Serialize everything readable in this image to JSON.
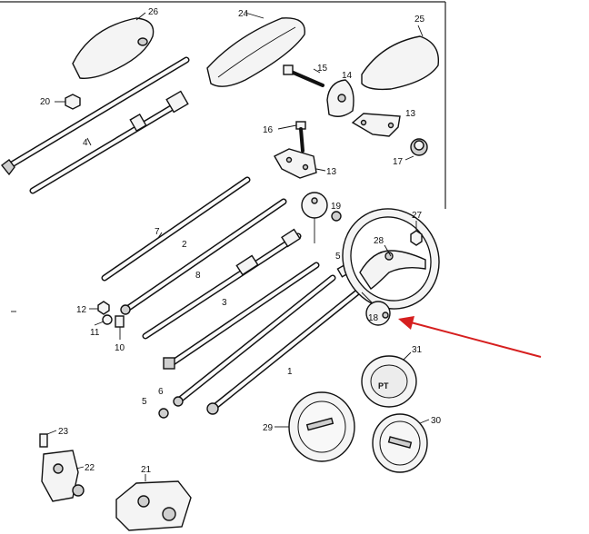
{
  "labels": {
    "p1": "1",
    "p2": "2",
    "p3": "3",
    "p4": "4",
    "p5a": "5",
    "p5b": "5",
    "p6": "6",
    "p7": "7",
    "p8": "8",
    "p10": "10",
    "p11": "11",
    "p12": "12",
    "p13a": "13",
    "p13b": "13",
    "p14": "14",
    "p15": "15",
    "p16": "16",
    "p17": "17",
    "p18": "18",
    "p19": "19",
    "p20": "20",
    "p21": "21",
    "p22": "22",
    "p23": "23",
    "p24": "24",
    "p25": "25",
    "p26": "26",
    "p27": "27",
    "p28": "28",
    "p29": "29",
    "p30": "30",
    "p31": "31"
  },
  "colors": {
    "highlight_arrow": "#d61f1f",
    "ink": "#111111"
  }
}
